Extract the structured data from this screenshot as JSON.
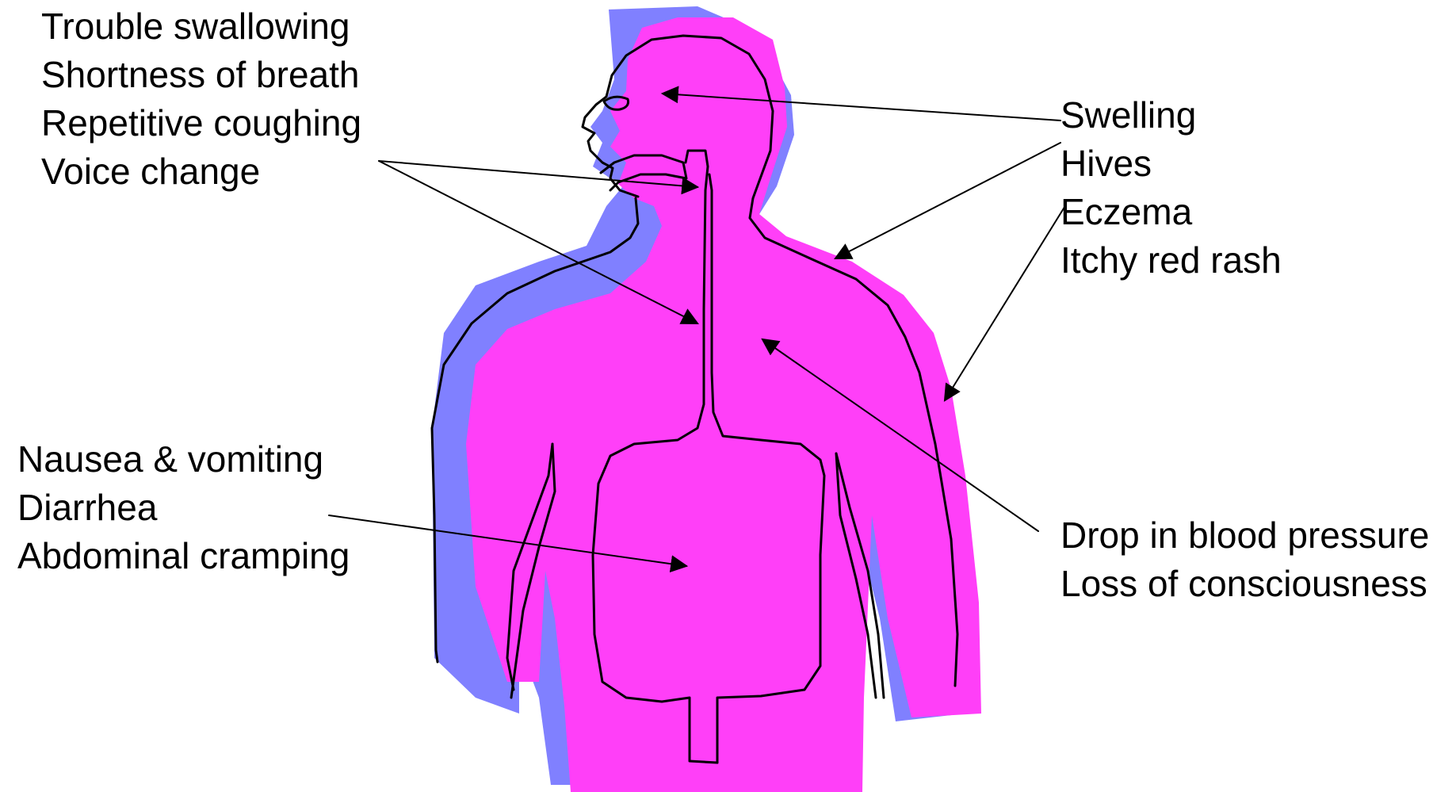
{
  "colors": {
    "body_fill": "#ff3ff8",
    "shadow_fill": "#8080ff",
    "outline": "#000000",
    "text": "#000000"
  },
  "labels": {
    "airway": [
      "Trouble swallowing",
      "Shortness of breath",
      "Repetitive coughing",
      "Voice change"
    ],
    "digestive": [
      "Nausea & vomiting",
      "Diarrhea",
      "Abdominal cramping"
    ],
    "skin": [
      "Swelling",
      "Hives",
      "Eczema",
      "Itchy red rash"
    ],
    "circulation": [
      "Drop in blood pressure",
      "Loss of consciousness"
    ]
  }
}
